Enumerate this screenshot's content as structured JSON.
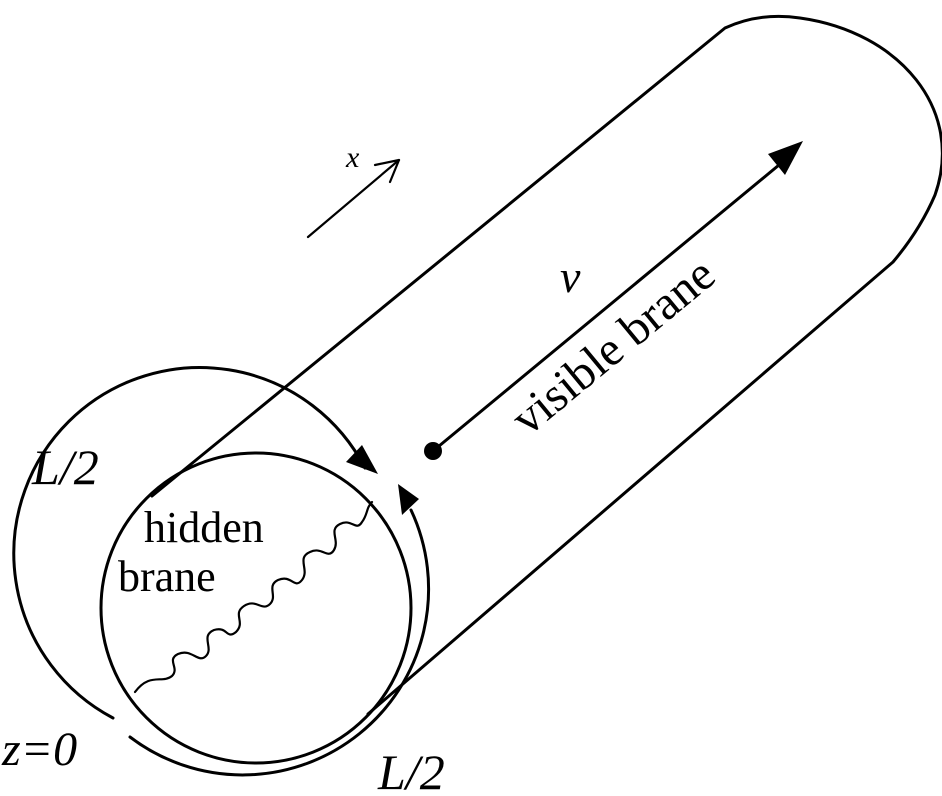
{
  "labels": {
    "x_axis": "x",
    "velocity": "v",
    "visible_brane": "visible brane",
    "hidden_brane_line1": "hidden",
    "hidden_brane_line2": "brane",
    "half_length_top": "L/2",
    "half_length_bottom": "L/2",
    "origin": "z=0"
  },
  "colors": {
    "ink": "#000000",
    "background": "#ffffff"
  }
}
